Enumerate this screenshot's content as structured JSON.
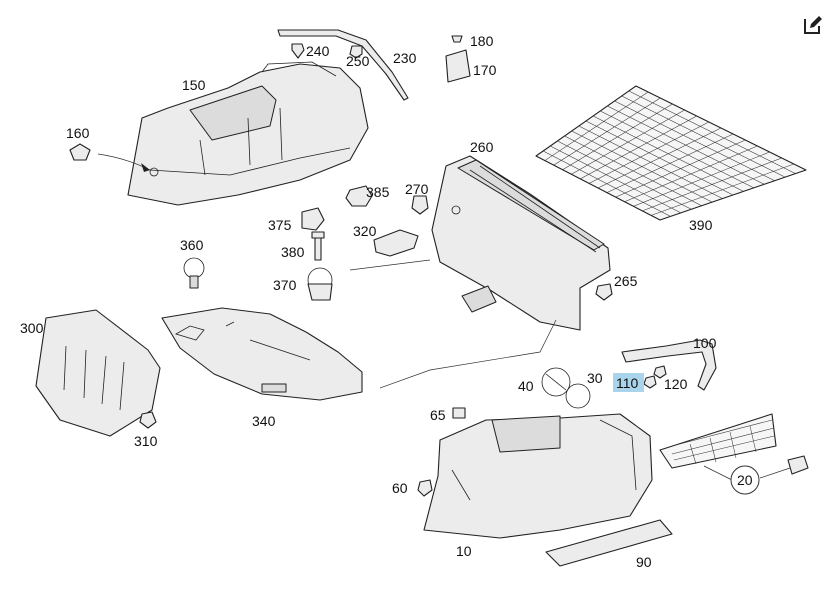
{
  "diagram": {
    "highlight_color": "#a9d4ec",
    "highlighted_part": "110",
    "edit_icon": "edit-icon",
    "labels": {
      "p10": "10",
      "p20": "20",
      "p30": "30",
      "p40": "40",
      "p60": "60",
      "p65": "65",
      "p90": "90",
      "p100": "100",
      "p110": "110",
      "p120": "120",
      "p150": "150",
      "p160": "160",
      "p170": "170",
      "p180": "180",
      "p230": "230",
      "p240": "240",
      "p250": "250",
      "p260": "260",
      "p265": "265",
      "p270": "270",
      "p300": "300",
      "p310": "310",
      "p320": "320",
      "p340": "340",
      "p360": "360",
      "p370": "370",
      "p375": "375",
      "p380": "380",
      "p385": "385",
      "p390": "390"
    }
  }
}
